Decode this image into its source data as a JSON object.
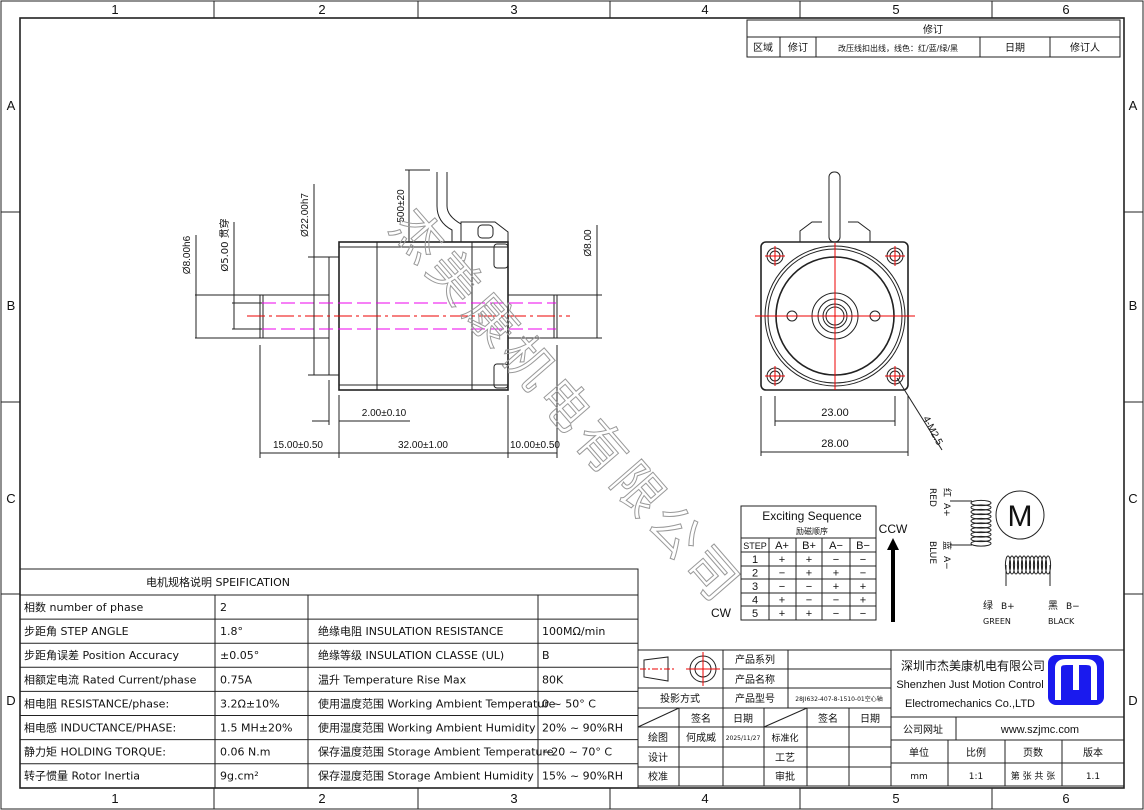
{
  "frame": {
    "columns": [
      "1",
      "2",
      "3",
      "4",
      "5",
      "6"
    ],
    "rows": [
      "A",
      "B",
      "C",
      "D"
    ]
  },
  "revision": {
    "title": "修订",
    "headers": [
      "区域",
      "修订",
      "改压线扣出线，线色：红/蓝/绿/黑",
      "日期",
      "修订人"
    ]
  },
  "watermark": "杰美康机电有限公司",
  "side_view": {
    "dims": {
      "shaft_dia": "Ø8.00h6",
      "bore": "Ø5.00 贯穿",
      "pilot": "Ø22.00h7",
      "lead_length": "500±20",
      "rear_shaft": "Ø8.00",
      "pilot_height": "2.00±0.10",
      "front_shaft_len": "15.00±0.50",
      "body_len": "32.00±1.00",
      "rear_shaft_len": "10.00±0.50"
    }
  },
  "front_view": {
    "dims": {
      "hole_pitch": "23.00",
      "flange": "28.00",
      "holes": "4-M2.5"
    }
  },
  "sequence": {
    "title": "Exciting Sequence",
    "subtitle": "励磁顺序",
    "headers": [
      "STEP",
      "A+",
      "B+",
      "A−",
      "B−"
    ],
    "rows": [
      [
        "1",
        "+",
        "+",
        "−",
        "−"
      ],
      [
        "2",
        "−",
        "+",
        "+",
        "−"
      ],
      [
        "3",
        "−",
        "−",
        "+",
        "+"
      ],
      [
        "4",
        "+",
        "−",
        "−",
        "+"
      ],
      [
        "5",
        "+",
        "+",
        "−",
        "−"
      ]
    ],
    "ccw": "CCW",
    "cw": "CW"
  },
  "wiring": {
    "red_cn": "红",
    "red_en": "RED",
    "a_plus": "A+",
    "blue_cn": "蓝",
    "blue_en": "BLUE",
    "a_minus": "A−",
    "green_cn": "绿",
    "green_en": "GREEN",
    "b_plus": "B+",
    "black_cn": "黑",
    "black_en": "BLACK",
    "b_minus": "B−",
    "motor": "M"
  },
  "spec": {
    "title": "电机规格说明 SPEIFICATION",
    "rows": [
      [
        "相数 number of phase",
        "2",
        "",
        ""
      ],
      [
        "步距角 STEP ANGLE",
        "1.8°",
        "绝缘电阻 INSULATION RESISTANCE",
        "100MΩ/min"
      ],
      [
        "步距角误差 Position Accuracy",
        "±0.05°",
        "绝缘等级 INSULATION CLASSE (UL)",
        "B"
      ],
      [
        "相额定电流 Rated Current/phase",
        "0.75A",
        "温升 Temperature Rise Max",
        "80K"
      ],
      [
        "相电阻 RESISTANCE/phase:",
        "3.2Ω±10%",
        "使用温度范围 Working Ambient Temperature",
        "0 ~ 50° C"
      ],
      [
        "相电感 INDUCTANCE/PHASE:",
        "1.5 MH±20%",
        "使用湿度范围 Working Ambient Humidity",
        "20% ~ 90%RH"
      ],
      [
        "静力矩 HOLDING TORQUE:",
        "0.06 N.m",
        "保存温度范围 Storage Ambient Temperature",
        "−20 ~ 70° C"
      ],
      [
        "转子惯量 Rotor Inertia",
        "9g.cm²",
        "保存湿度范围 Storage Ambient Humidity",
        "15% ~ 90%RH"
      ]
    ]
  },
  "title_block": {
    "product_series": "产品系列",
    "product_name": "产品名称",
    "projection": "投影方式",
    "product_model": "产品型号",
    "model_value": "28JI632-407-8-1510-01空心轴",
    "sign": "签名",
    "date": "日期",
    "drawn": "绘图",
    "drawn_by": "何成威",
    "drawn_date": "2025/11/27",
    "standard": "标准化",
    "design": "设计",
    "process": "工艺",
    "check": "校准",
    "approve": "审批",
    "company_cn": "深圳市杰美康机电有限公司",
    "company_en1": "Shenzhen Just Motion Control",
    "company_en2": "Electromechanics Co.,LTD",
    "website_label": "公司网址",
    "website": "www.szjmc.com",
    "unit_label": "单位",
    "scale_label": "比例",
    "pages_label": "页数",
    "version_label": "版本",
    "unit": "mm",
    "scale": "1:1",
    "pages": "第 张 共 张",
    "version": "1.1",
    "logo_color": "#1a1aee"
  }
}
